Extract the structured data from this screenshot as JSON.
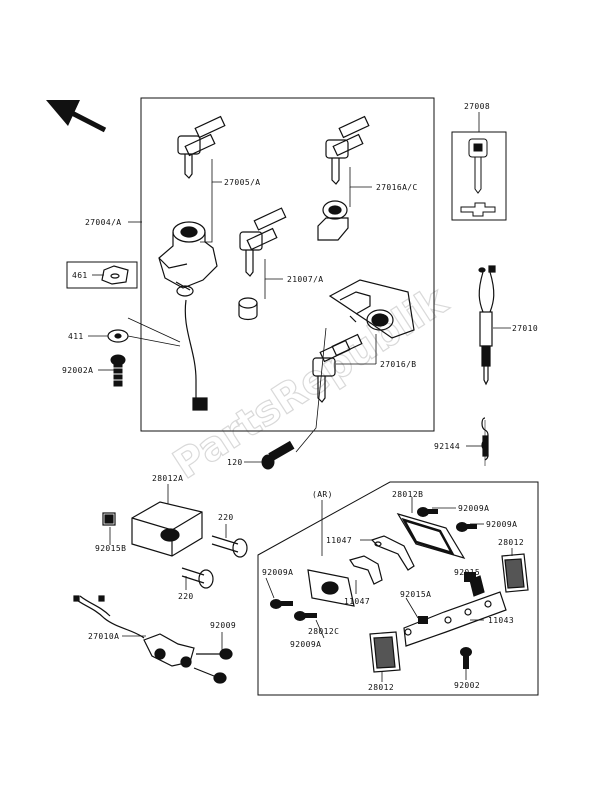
{
  "watermark": "PartsRepublik",
  "labels": {
    "p27008": "27008",
    "p27005a": "27005/A",
    "p27016ac": "27016A/C",
    "p27004a": "27004/A",
    "p461": "461",
    "p21007a": "21007/A",
    "p27010": "27010",
    "p411": "411",
    "p92002a": "92002A",
    "p27016b": "27016/B",
    "p92144": "92144",
    "p120": "120",
    "p28012a": "28012A",
    "p220_top": "220",
    "p92015b": "92015B",
    "p220_bot": "220",
    "p27010a": "27010A",
    "p92009_left": "92009",
    "ar": "(AR)",
    "p28012b": "28012B",
    "p92009a_1": "92009A",
    "p92009a_2": "92009A",
    "p11047_top": "11047",
    "p28012_right": "28012",
    "p92009a_3": "92009A",
    "p92015": "92015",
    "p11047_bot": "11047",
    "p92015a": "92015A",
    "p11043": "11043",
    "p92009a_4": "92009A",
    "p28012c": "28012C",
    "p28012_bot": "28012",
    "p92002": "92002"
  }
}
